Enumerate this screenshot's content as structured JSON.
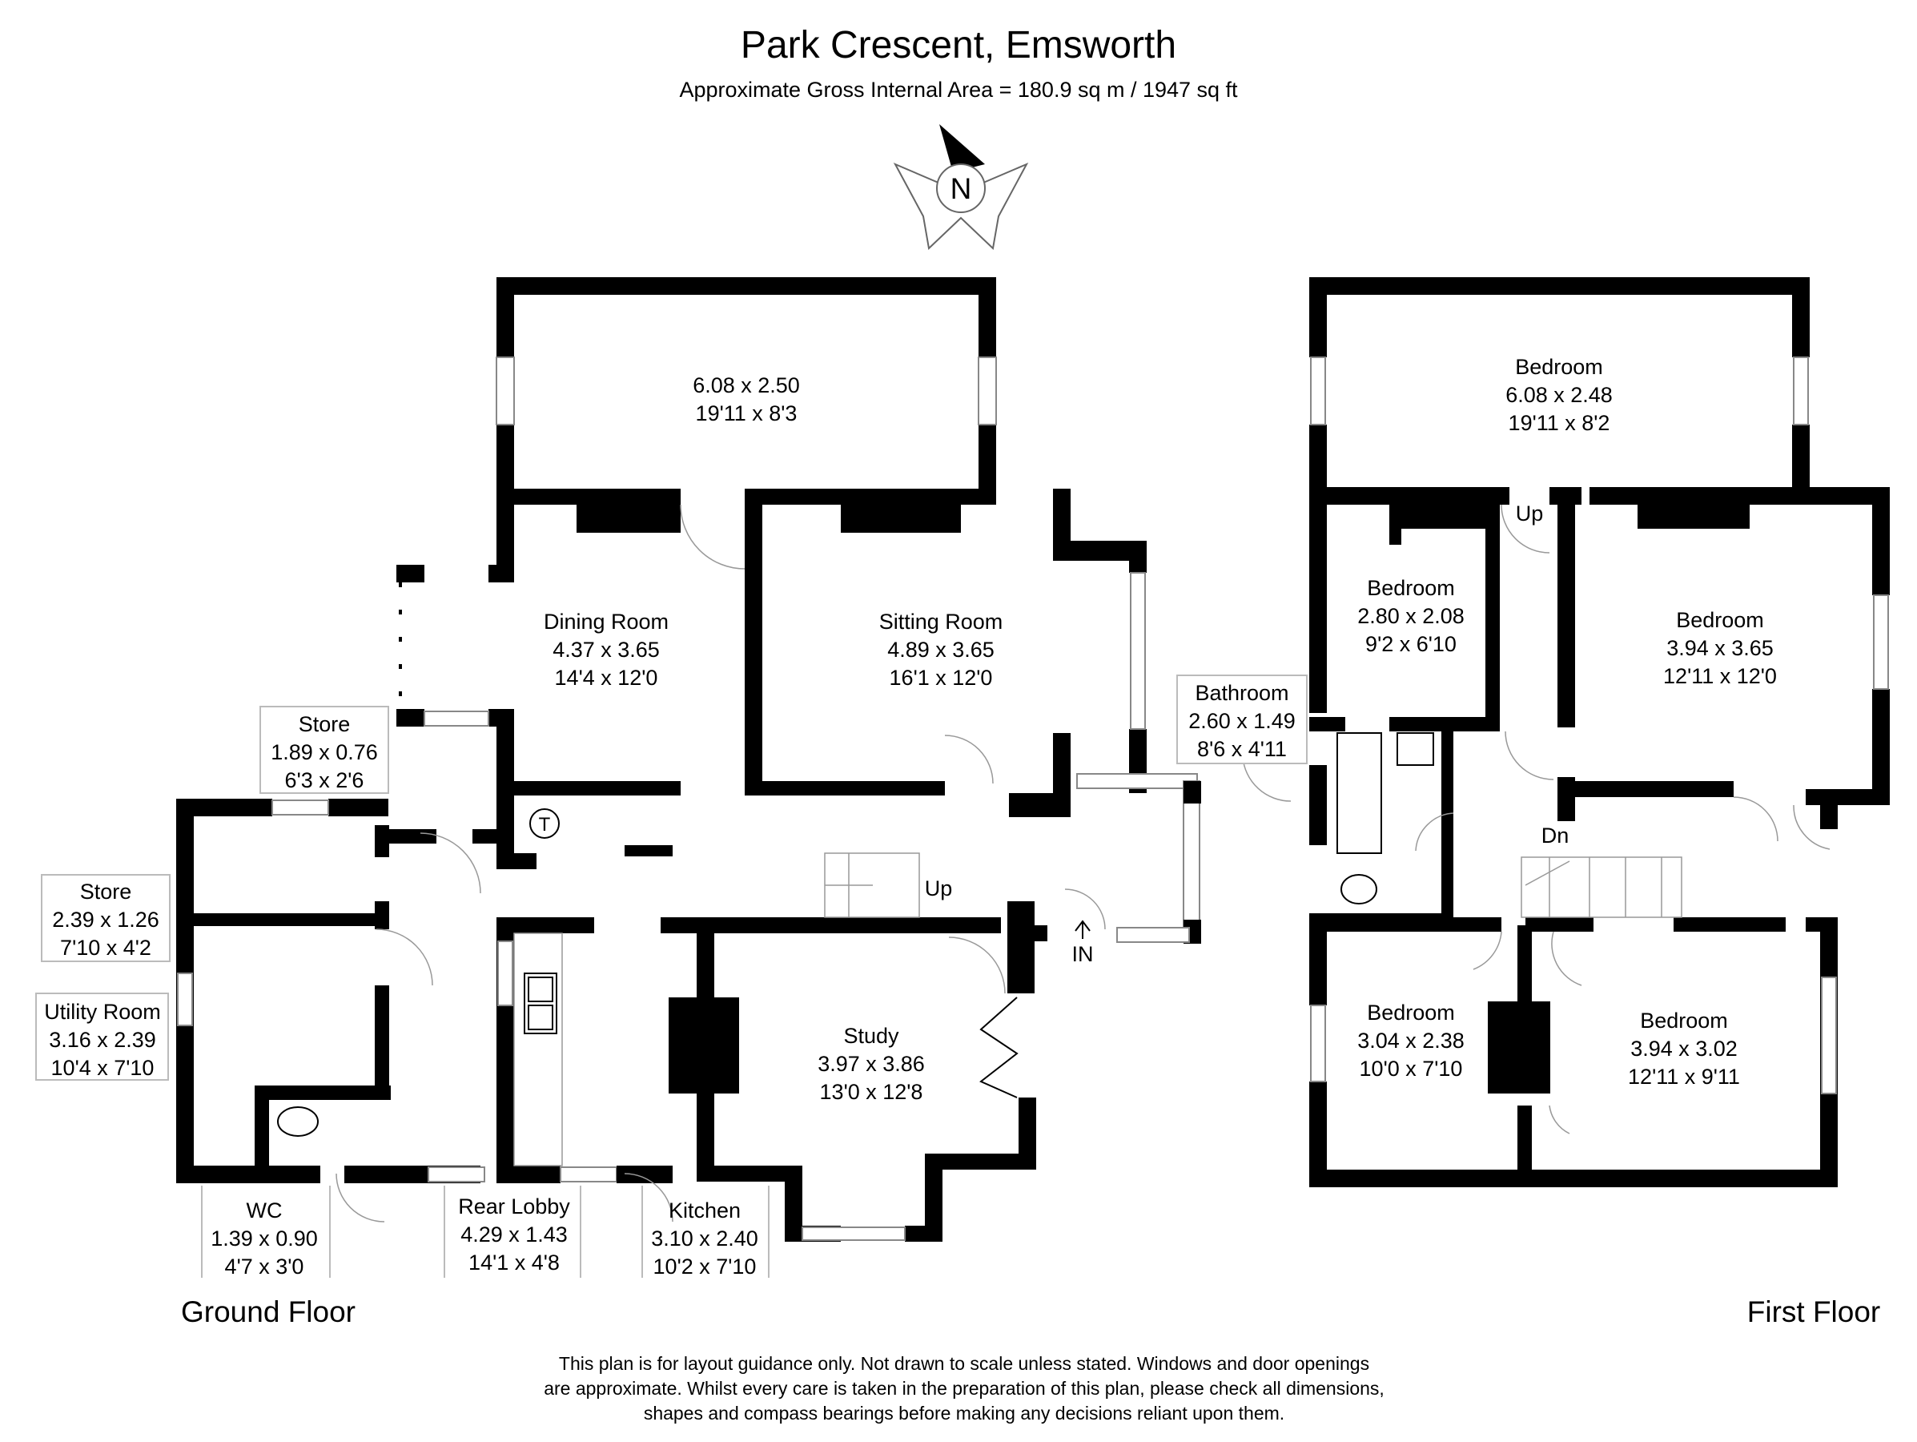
{
  "title": "Park Crescent, Emsworth",
  "subtitle": "Approximate Gross Internal Area = 180.9 sq m / 1947 sq ft",
  "compass": {
    "icon": "north-compass-icon",
    "label": "N"
  },
  "ground_floor": {
    "label": "Ground Floor",
    "rooms": [
      {
        "name": "",
        "metric": "6.08 x 2.50",
        "imperial": "19'11 x 8'3"
      },
      {
        "name": "Dining Room",
        "metric": "4.37 x 3.65",
        "imperial": "14'4 x 12'0"
      },
      {
        "name": "Sitting Room",
        "metric": "4.89 x 3.65",
        "imperial": "16'1 x 12'0"
      },
      {
        "name": "Store",
        "metric": "1.89 x 0.76",
        "imperial": "6'3 x 2'6"
      },
      {
        "name": "Store",
        "metric": "2.39 x 1.26",
        "imperial": "7'10 x 4'2"
      },
      {
        "name": "Utility Room",
        "metric": "3.16 x 2.39",
        "imperial": "10'4 x 7'10"
      },
      {
        "name": "WC",
        "metric": "1.39 x 0.90",
        "imperial": "4'7 x 3'0"
      },
      {
        "name": "Rear Lobby",
        "metric": "4.29 x 1.43",
        "imperial": "14'1 x 4'8"
      },
      {
        "name": "Kitchen",
        "metric": "3.10 x 2.40",
        "imperial": "10'2 x 7'10"
      },
      {
        "name": "Study",
        "metric": "3.97 x 3.86",
        "imperial": "13'0 x 12'8"
      }
    ],
    "markers": {
      "stairs_up": "Up",
      "entrance": "IN",
      "tank": "T"
    }
  },
  "first_floor": {
    "label": "First Floor",
    "rooms": [
      {
        "name": "Bedroom",
        "metric": "6.08 x 2.48",
        "imperial": "19'11 x 8'2"
      },
      {
        "name": "Bedroom",
        "metric": "2.80 x 2.08",
        "imperial": "9'2 x 6'10"
      },
      {
        "name": "Bedroom",
        "metric": "3.94 x 3.65",
        "imperial": "12'11 x 12'0"
      },
      {
        "name": "Bathroom",
        "metric": "2.60 x 1.49",
        "imperial": "8'6 x 4'11"
      },
      {
        "name": "Bedroom",
        "metric": "3.04 x 2.38",
        "imperial": "10'0 x 7'10"
      },
      {
        "name": "Bedroom",
        "metric": "3.94 x 3.02",
        "imperial": "12'11 x 9'11"
      }
    ],
    "markers": {
      "stairs_up": "Up",
      "stairs_down": "Dn"
    }
  },
  "disclaimer": [
    "This plan is for layout guidance only. Not drawn to scale unless stated. Windows and door openings",
    "are approximate. Whilst every care is taken in the preparation of this plan, please check all dimensions,",
    "shapes and compass bearings before making any decisions reliant upon them."
  ]
}
